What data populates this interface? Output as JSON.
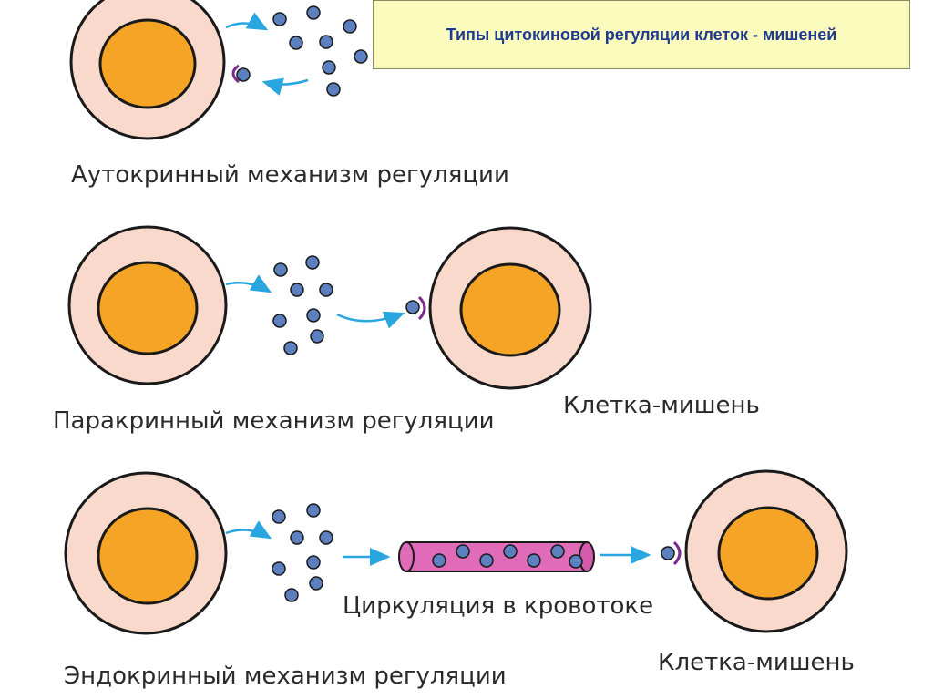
{
  "title": "Типы цитокиновой регуляции клеток - мишеней",
  "labels": {
    "autocrine": "Аутокринный механизм регуляции",
    "paracrine": "Паракринный механизм регуляции",
    "paracrine_target": "Клетка-мишень",
    "circulation": "Циркуляция в кровотоке",
    "endocrine": "Эндокринный механизм регуляции",
    "endocrine_target": "Клетка-мишень"
  },
  "colors": {
    "cytoplasm": "#f9d9cc",
    "nucleus": "#f5a425",
    "outline": "#1a1a1a",
    "cytokine": "#5b7fbf",
    "arrow": "#29a6df",
    "receptor": "#7a2a8a",
    "vessel": "#e06cb9",
    "title_bg": "#fbfbbe",
    "title_text": "#1f3a8f"
  }
}
